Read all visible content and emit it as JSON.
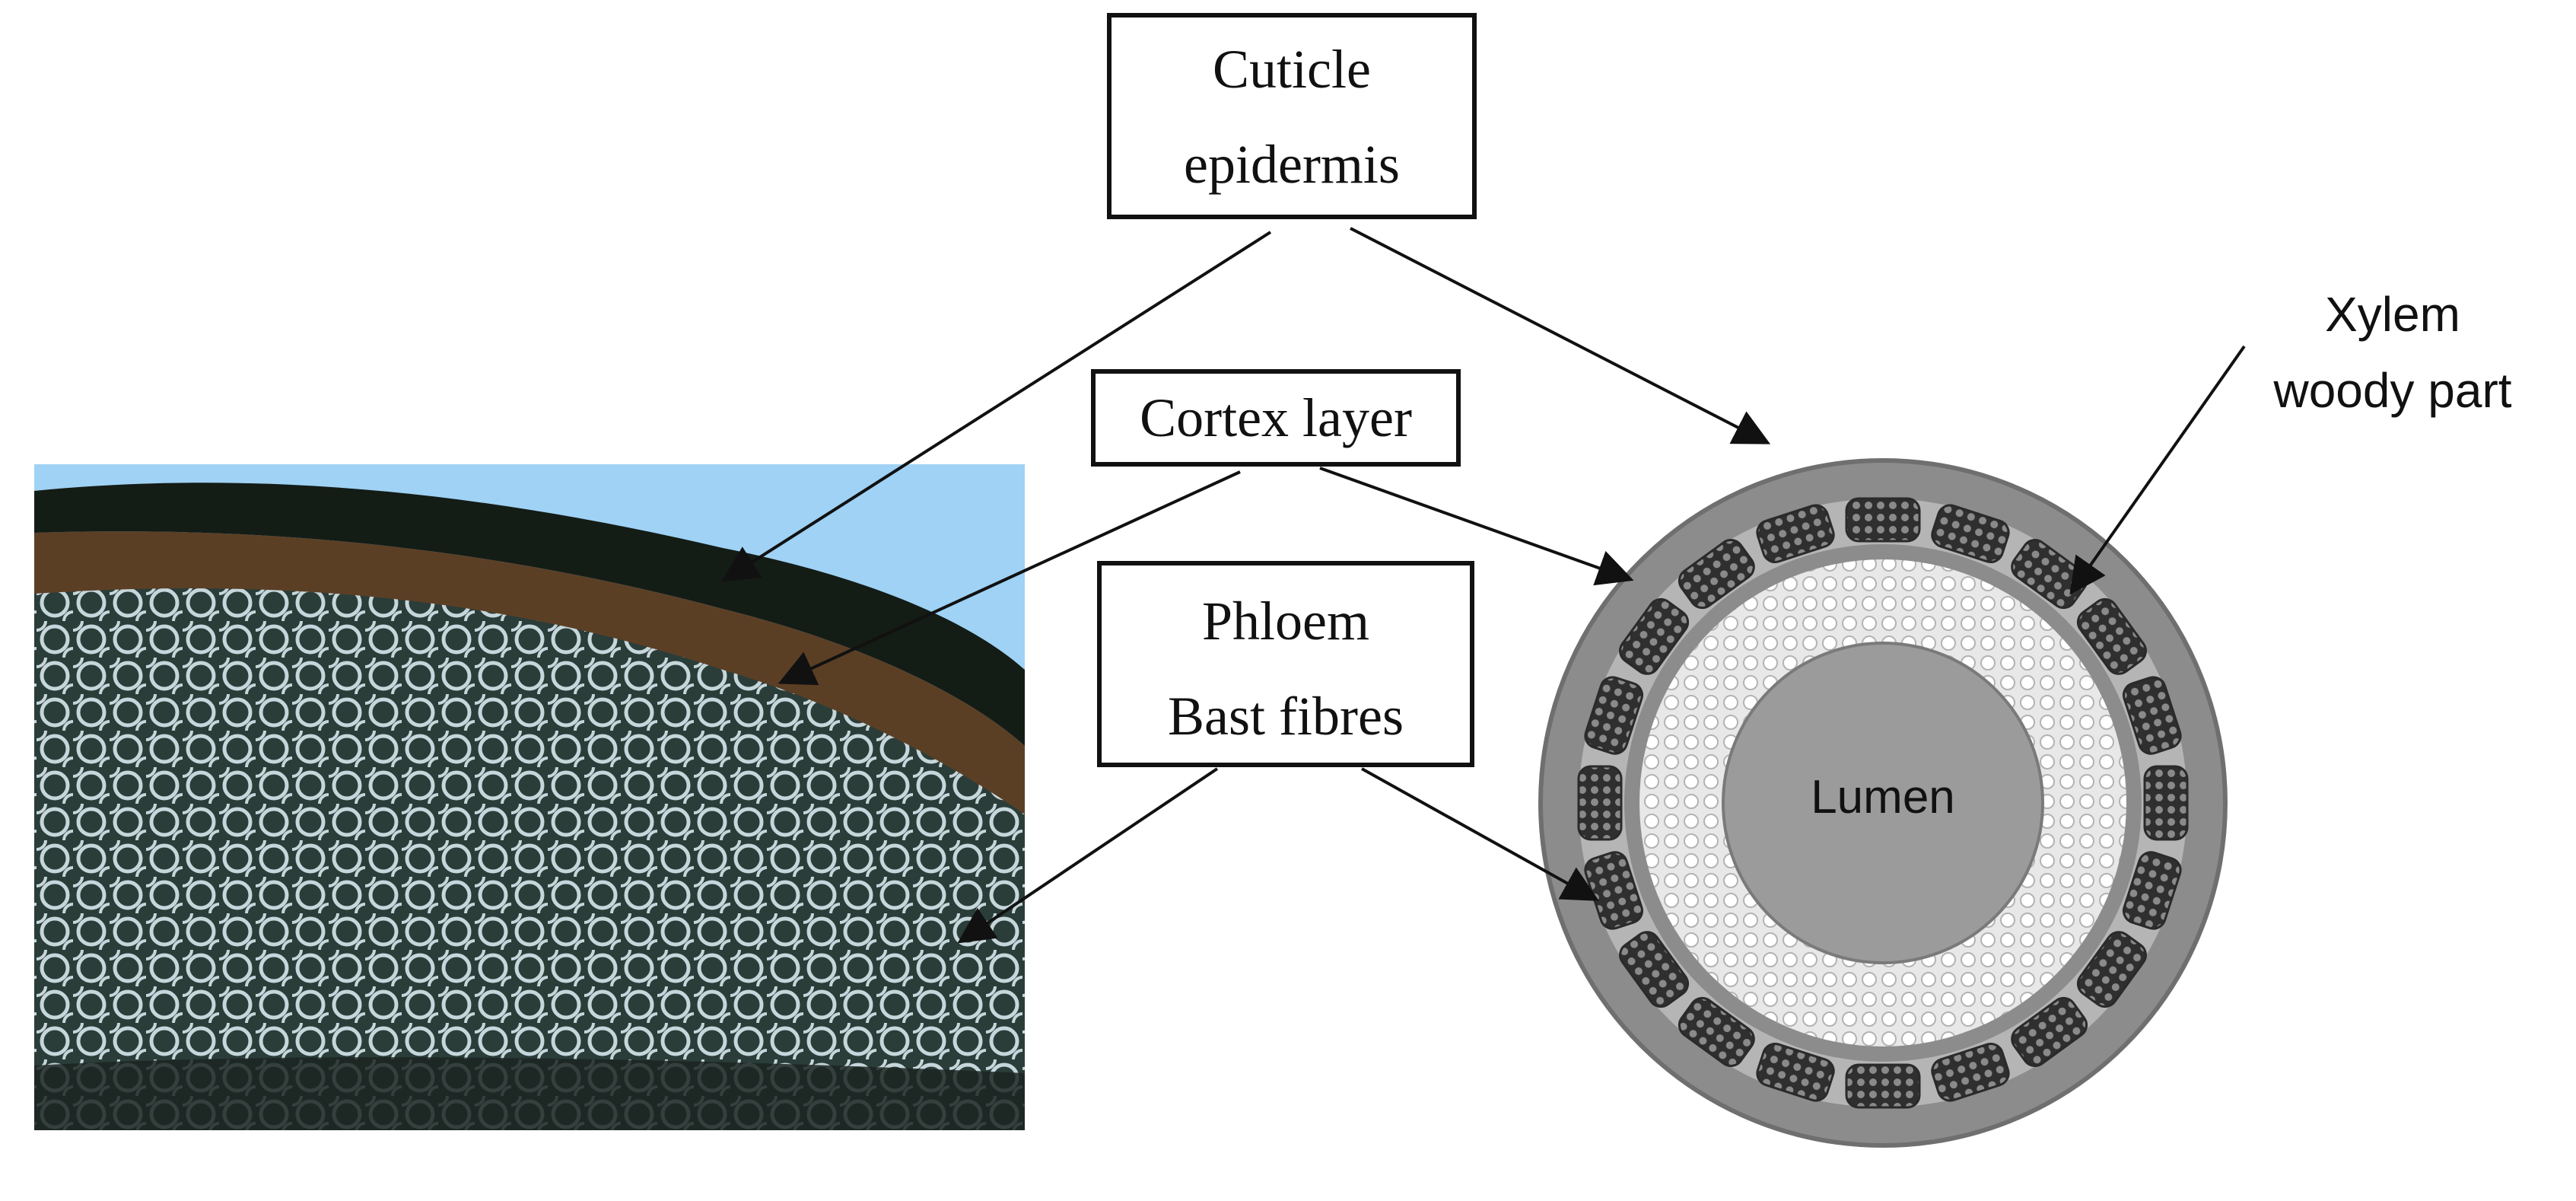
{
  "labels": {
    "cuticle_line1": "Cuticle",
    "cuticle_line2": "epidermis",
    "cortex": "Cortex layer",
    "phloem_line1": "Phloem",
    "phloem_line2": "Bast fibres",
    "xylem_line1": "Xylem",
    "xylem_line2": "woody part",
    "lumen": "Lumen"
  },
  "colors": {
    "sky": "#9fd2f4",
    "bark_dark": "#141c16",
    "bark_brown": "#5b3f25",
    "tissue_dark": "#2b3d39",
    "tissue_cell": "#c6d6db",
    "ring_outer": "#8c8c8c",
    "ring_light": "#e7e7e7",
    "bundle": "#3f3f3f",
    "lumen": "#9b9b9b",
    "arrow": "#111111"
  }
}
